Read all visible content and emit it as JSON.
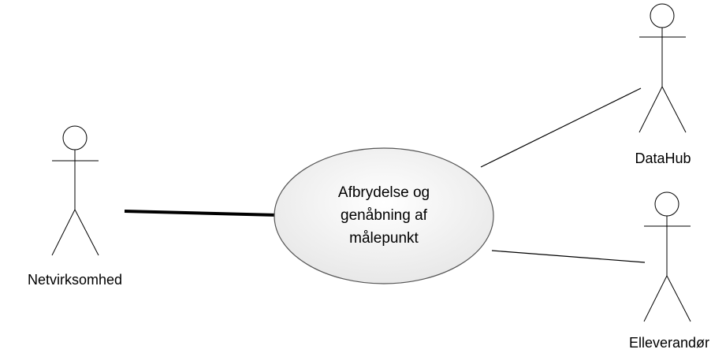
{
  "diagram": {
    "actors": {
      "netvirksomhed": "Netvirksomhed",
      "datahub": "DataHub",
      "elleverandor": "Elleverandør"
    },
    "use_case": {
      "line1": "Afbrydelse og",
      "line2": "genåbning af",
      "line3": "målepunkt"
    }
  }
}
